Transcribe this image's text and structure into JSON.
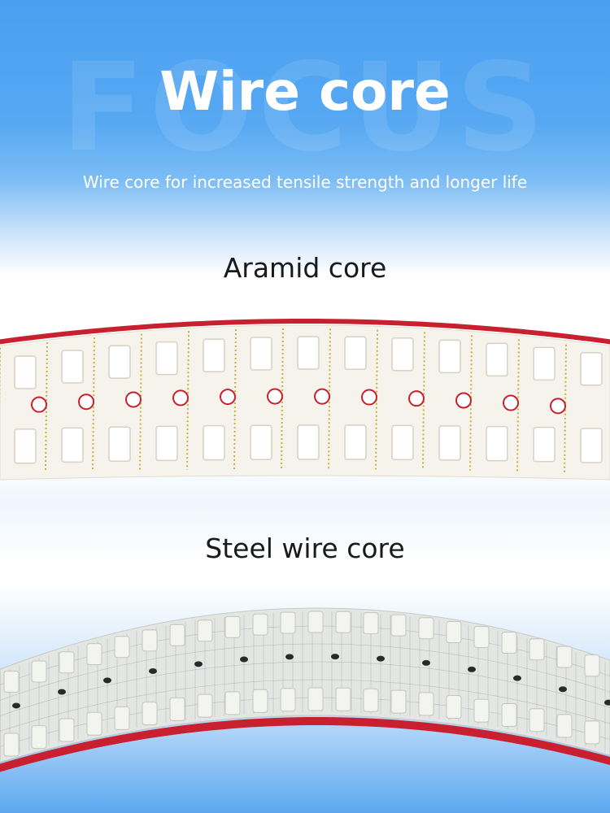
{
  "header": {
    "watermark": "FOCUS",
    "title": "Wire core",
    "subtitle": "Wire core for increased tensile strength and longer life"
  },
  "sections": [
    {
      "label": "Aramid core"
    },
    {
      "label": "Steel wire core"
    }
  ],
  "colors": {
    "background_blue": "#4a9ff0",
    "belt_white": "#f6f3ec",
    "belt_edge_red": "#c8202e",
    "aramid_cord_yellow": "#c9b13a",
    "steel_cord_gray": "#9aa3a8"
  }
}
